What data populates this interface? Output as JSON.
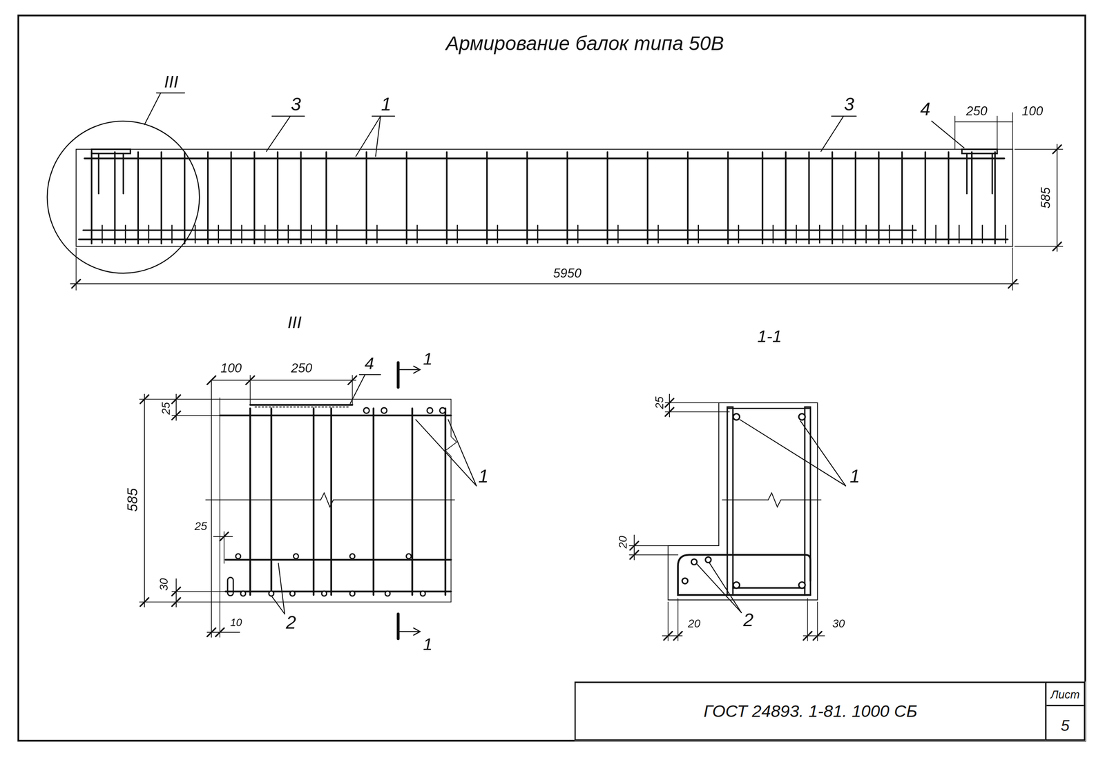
{
  "diagram": {
    "title": "Армирование балок типа 50В",
    "nodes": [
      {
        "text": [
          "ГОСТ 24893. 1-81. 1000 СБ"
        ]
      },
      {
        "text": [
          "Лист",
          "5"
        ]
      }
    ],
    "labels": [
      "III",
      "3",
      "1",
      "3",
      "4",
      "250",
      "100",
      "585",
      "5950",
      "III",
      "1-1",
      "100",
      "250",
      "4",
      "1",
      "585",
      "25",
      "1",
      "25",
      "30",
      "10",
      "2",
      "1",
      "25",
      "1",
      "20",
      "20",
      "2",
      "30"
    ]
  }
}
